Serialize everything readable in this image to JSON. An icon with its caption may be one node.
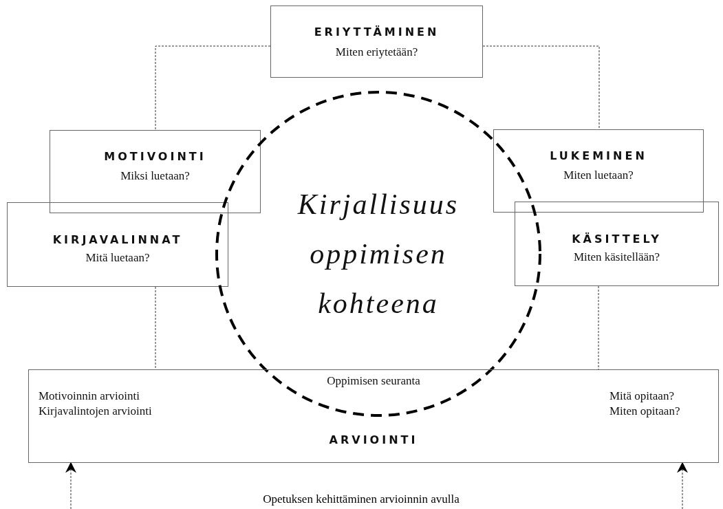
{
  "diagram": {
    "nodes": [
      {
        "text": [
          "ERIYTTÄMINEN",
          "Miten eriytetään?"
        ]
      },
      {
        "text": [
          "MOTIVOINTI",
          "Miksi luetaan?"
        ]
      },
      {
        "text": [
          "LUKEMINEN",
          "Miten luetaan?"
        ]
      },
      {
        "text": [
          "KIRJAVALINNAT",
          "Mitä luetaan?"
        ]
      },
      {
        "text": [
          "KÄSITTELY",
          "Miten käsitellään?"
        ]
      },
      {
        "text": [
          "Kirjallisuus oppimisen kohteena"
        ]
      },
      {
        "text": [
          "Oppimisen seuranta",
          "Motivoinnin arviointi",
          "Kirjavalintojen arviointi",
          "Mitä opitaan?",
          "Miten opitaan?",
          "ARVIOINTI"
        ]
      }
    ],
    "edges": [
      {
        "from": 0,
        "to": 1,
        "arrow": "none",
        "style": "dashed"
      },
      {
        "from": 0,
        "to": 2,
        "arrow": "none",
        "style": "dashed"
      },
      {
        "from": 3,
        "to": 6,
        "arrow": "none",
        "style": "dashed"
      },
      {
        "from": 4,
        "to": 6,
        "arrow": "none",
        "style": "dashed"
      },
      {
        "from": null,
        "to": 6,
        "arrow": "to",
        "style": "dashed"
      },
      {
        "from": null,
        "to": 6,
        "arrow": "to",
        "style": "dashed"
      }
    ],
    "labels": [
      "Opetuksen kehittäminen arvioinnin avulla"
    ]
  }
}
